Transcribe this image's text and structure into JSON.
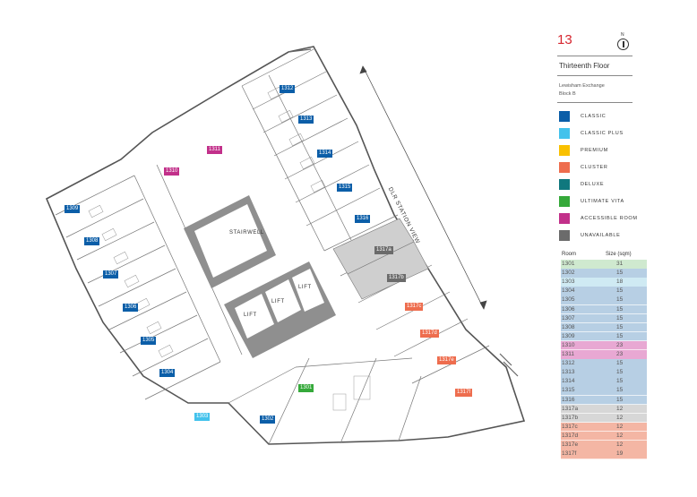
{
  "colors": {
    "classic": "#0b5ea8",
    "classic_plus": "#43c2ec",
    "premium": "#f9c000",
    "cluster": "#ee6d4e",
    "deluxe": "#10787e",
    "ultimate_vita": "#35a93a",
    "accessible": "#c2308a",
    "unavailable": "#6b6b6b",
    "row_classic": "#b7cfe4",
    "row_classic_plus": "#cfeaf3",
    "row_ultimate": "#cfe9cf",
    "row_accessible": "#e8a8d3",
    "row_unavailable": "#d7d7d7",
    "row_cluster": "#f4b6a4",
    "floor_accent": "#d6262f"
  },
  "header": {
    "floor_number": "13",
    "compass_letter": "N",
    "floor_title": "Thirteenth Floor",
    "site_line1": "Lewisham Exchange",
    "site_line2": "Block B"
  },
  "legend": [
    {
      "label": "CLASSIC",
      "color": "#0b5ea8"
    },
    {
      "label": "CLASSIC PLUS",
      "color": "#43c2ec"
    },
    {
      "label": "PREMIUM",
      "color": "#f9c000"
    },
    {
      "label": "CLUSTER",
      "color": "#ee6d4e"
    },
    {
      "label": "DELUXE",
      "color": "#10787e"
    },
    {
      "label": "ULTIMATE VITA",
      "color": "#35a93a"
    },
    {
      "label": "ACCESSIBLE ROOM",
      "color": "#c2308a"
    },
    {
      "label": "UNAVAILABLE",
      "color": "#6b6b6b"
    }
  ],
  "table": {
    "headers": [
      "Room",
      "Size (sqm)"
    ],
    "rows": [
      {
        "room": "1301",
        "size": "31",
        "type": "ultimate"
      },
      {
        "room": "1302",
        "size": "15",
        "type": "classic"
      },
      {
        "room": "1303",
        "size": "18",
        "type": "classic_plus"
      },
      {
        "room": "1304",
        "size": "15",
        "type": "classic"
      },
      {
        "room": "1305",
        "size": "15",
        "type": "classic"
      },
      {
        "room": "1306",
        "size": "15",
        "type": "classic"
      },
      {
        "room": "1307",
        "size": "15",
        "type": "classic"
      },
      {
        "room": "1308",
        "size": "15",
        "type": "classic"
      },
      {
        "room": "1309",
        "size": "15",
        "type": "classic"
      },
      {
        "room": "1310",
        "size": "23",
        "type": "accessible"
      },
      {
        "room": "1311",
        "size": "23",
        "type": "accessible"
      },
      {
        "room": "1312",
        "size": "15",
        "type": "classic"
      },
      {
        "room": "1313",
        "size": "15",
        "type": "classic"
      },
      {
        "room": "1314",
        "size": "15",
        "type": "classic"
      },
      {
        "room": "1315",
        "size": "15",
        "type": "classic"
      },
      {
        "room": "1316",
        "size": "15",
        "type": "classic"
      },
      {
        "room": "1317a",
        "size": "12",
        "type": "unavailable"
      },
      {
        "room": "1317b",
        "size": "12",
        "type": "unavailable"
      },
      {
        "room": "1317c",
        "size": "12",
        "type": "cluster"
      },
      {
        "room": "1317d",
        "size": "12",
        "type": "cluster"
      },
      {
        "room": "1317e",
        "size": "12",
        "type": "cluster"
      },
      {
        "room": "1317f",
        "size": "19",
        "type": "cluster"
      }
    ]
  },
  "plan": {
    "station_view": "DLR STATION VIEW",
    "stairwell": "STAIRWELL",
    "lift": "LIFT",
    "tags": [
      {
        "text": "1301",
        "type": "ultimate_vita"
      },
      {
        "text": "1302",
        "type": "classic"
      },
      {
        "text": "1303",
        "type": "classic_plus"
      },
      {
        "text": "1304",
        "type": "classic"
      },
      {
        "text": "1305",
        "type": "classic"
      },
      {
        "text": "1306",
        "type": "classic"
      },
      {
        "text": "1307",
        "type": "classic"
      },
      {
        "text": "1308",
        "type": "classic"
      },
      {
        "text": "1309",
        "type": "classic"
      },
      {
        "text": "1310",
        "type": "accessible"
      },
      {
        "text": "1311",
        "type": "accessible"
      },
      {
        "text": "1312",
        "type": "classic"
      },
      {
        "text": "1313",
        "type": "classic"
      },
      {
        "text": "1314",
        "type": "classic"
      },
      {
        "text": "1315",
        "type": "classic"
      },
      {
        "text": "1316",
        "type": "classic"
      },
      {
        "text": "1317a",
        "type": "unavailable"
      },
      {
        "text": "1317b",
        "type": "unavailable"
      },
      {
        "text": "1317c",
        "type": "cluster"
      },
      {
        "text": "1317d",
        "type": "cluster"
      },
      {
        "text": "1317e",
        "type": "cluster"
      },
      {
        "text": "1317f",
        "type": "cluster"
      }
    ]
  }
}
